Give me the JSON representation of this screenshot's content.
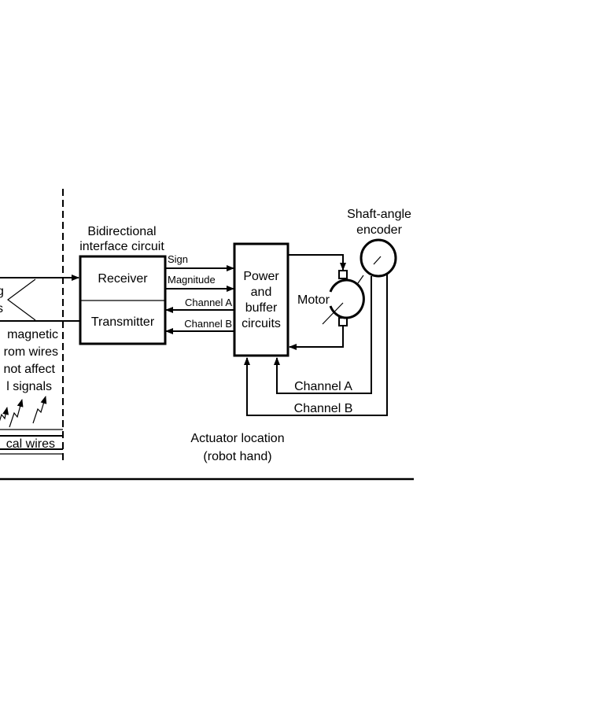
{
  "diagram": {
    "remote_side": {
      "text_lines": [
        "magnetic",
        "rom wires",
        "not affect",
        "l signals"
      ],
      "input_label_fragments": [
        "g",
        "s"
      ],
      "wires_label": "cal wires"
    },
    "interface": {
      "title_line1": "Bidirectional",
      "title_line2": "interface circuit",
      "receiver_label": "Receiver",
      "transmitter_label": "Transmitter"
    },
    "signals": {
      "sign": "Sign",
      "magnitude": "Magnitude",
      "channel_a": "Channel A",
      "channel_b": "Channel B"
    },
    "power_buffer": {
      "line1": "Power",
      "line2": "and",
      "line3": "buffer",
      "line4": "circuits"
    },
    "motor_label": "Motor",
    "encoder": {
      "line1": "Shaft-angle",
      "line2": "encoder"
    },
    "feedback": {
      "channel_a": "Channel A",
      "channel_b": "Channel B"
    },
    "location": {
      "line1": "Actuator location",
      "line2": "(robot hand)"
    }
  }
}
